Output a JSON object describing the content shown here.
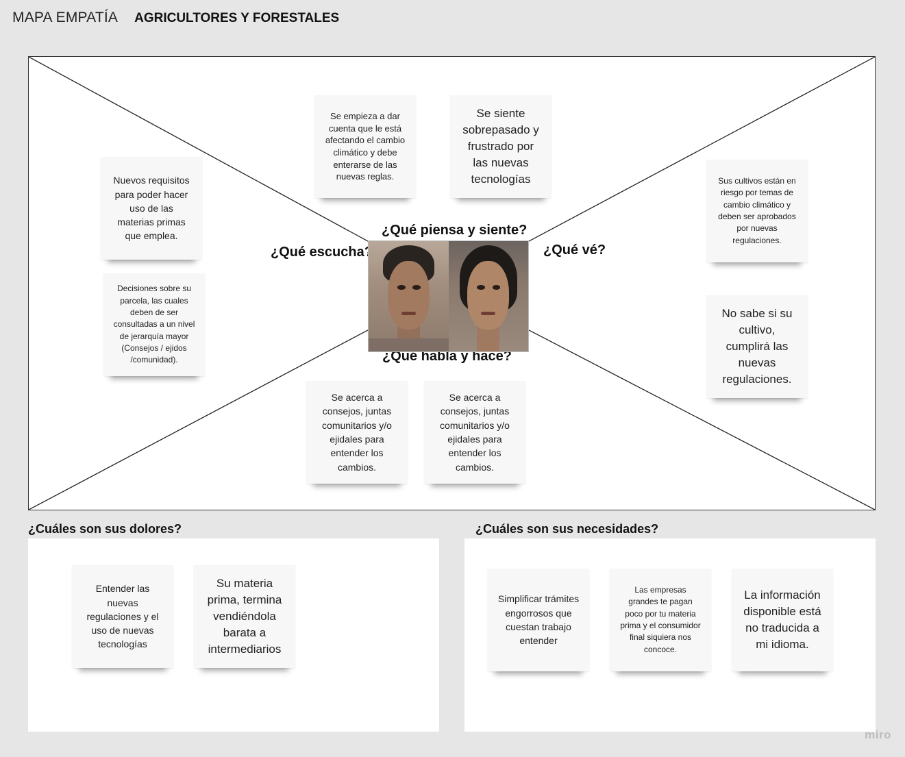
{
  "header": {
    "title": "MAPA EMPATÍA",
    "subtitle": "AGRICULTORES Y FORESTALES"
  },
  "quadrants": {
    "thinks_feels": "¿Qué piensa y siente?",
    "hears": "¿Qué escucha?",
    "sees": "¿Qué vé?",
    "says_does": "¿Qué habla y hace?"
  },
  "notes": {
    "thinks_1": "Se empieza a dar cuenta que le está afectando el cambio climático y debe enterarse de las nuevas reglas.",
    "thinks_2": "Se siente sobrepasado y frustrado por las nuevas tecnologías",
    "hears_1": "Nuevos requisitos para poder hacer uso de las materias primas que emplea.",
    "hears_2": "Decisiones sobre su parcela, las cuales deben de ser consultadas a un nivel de jerarquía mayor (Consejos / ejidos /comunidad).",
    "sees_1": "Sus cultivos están en riesgo por temas de cambio climático y deben ser aprobados por nuevas regulaciones.",
    "sees_2": "No sabe si su cultivo, cumplirá las nuevas regulaciones.",
    "says_1": "Se acerca a consejos, juntas comunitarios y/o ejidales para entender los cambios.",
    "says_2": "Se acerca a consejos, juntas comunitarios y/o ejidales para entender los cambios."
  },
  "pains": {
    "label": "¿Cuáles son sus dolores?",
    "items": [
      "Entender las nuevas regulaciones y el uso de nuevas tecnologías",
      "Su materia prima, termina vendiéndola barata a intermediarios"
    ]
  },
  "needs": {
    "label": "¿Cuáles son sus necesidades?",
    "items": [
      "Simplificar trámites engorrosos que cuestan trabajo entender",
      "Las empresas grandes te pagan poco por tu materia prima y el consumidor final siquiera nos concoce.",
      "La información disponible está no traducida a mi idioma."
    ]
  },
  "brand": "miro"
}
